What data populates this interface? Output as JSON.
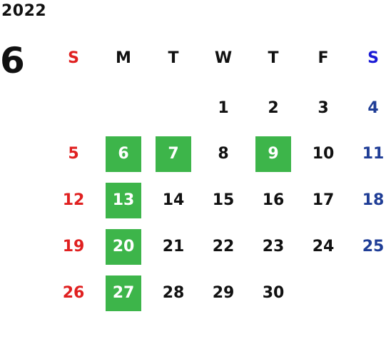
{
  "calendar": {
    "year": "2022",
    "month": "6",
    "weekdays": [
      "S",
      "M",
      "T",
      "W",
      "T",
      "F",
      "S"
    ],
    "weekday_colors": [
      "#e02020",
      "#111111",
      "#111111",
      "#111111",
      "#111111",
      "#111111",
      "#1a1ad6"
    ],
    "sunday_color": "#e02020",
    "saturday_color": "#1f3d96",
    "default_color": "#111111",
    "highlight_color": "#3db54a",
    "first_weekday_index": 3,
    "days": [
      "1",
      "2",
      "3",
      "4",
      "5",
      "6",
      "7",
      "8",
      "9",
      "10",
      "11",
      "12",
      "13",
      "14",
      "15",
      "16",
      "17",
      "18",
      "19",
      "20",
      "21",
      "22",
      "23",
      "24",
      "25",
      "26",
      "27",
      "28",
      "29",
      "30"
    ],
    "highlighted_days": [
      "6",
      "7",
      "9",
      "13",
      "20",
      "27"
    ]
  }
}
